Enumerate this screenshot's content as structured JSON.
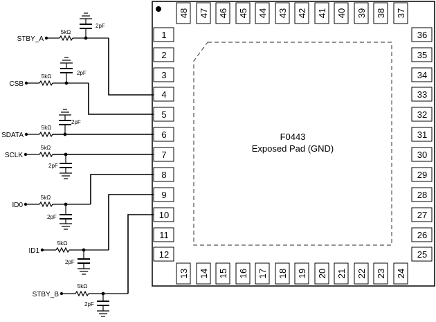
{
  "chip": {
    "part_number": "F0443",
    "pad_label": "Exposed Pad (GND)"
  },
  "pins": {
    "left": [
      "1",
      "2",
      "3",
      "4",
      "5",
      "6",
      "7",
      "8",
      "9",
      "10",
      "11",
      "12"
    ],
    "bottom": [
      "13",
      "14",
      "15",
      "16",
      "17",
      "18",
      "19",
      "20",
      "21",
      "22",
      "23",
      "24"
    ],
    "right": [
      "25",
      "26",
      "27",
      "28",
      "29",
      "30",
      "31",
      "32",
      "33",
      "34",
      "35",
      "36"
    ],
    "top": [
      "37",
      "38",
      "39",
      "40",
      "41",
      "42",
      "43",
      "44",
      "45",
      "46",
      "47",
      "48"
    ]
  },
  "signals": [
    {
      "name": "STBY_A",
      "resistor": "5kΩ",
      "capacitor": "2pF",
      "pin": "4"
    },
    {
      "name": "CSB",
      "resistor": "5kΩ",
      "capacitor": "2pF",
      "pin": "5"
    },
    {
      "name": "SDATA",
      "resistor": "5kΩ",
      "capacitor": "2pF",
      "pin": "6"
    },
    {
      "name": "SCLK",
      "resistor": "5kΩ",
      "capacitor": "2pF",
      "pin": "7"
    },
    {
      "name": "ID0",
      "resistor": "5kΩ",
      "capacitor": "2pF",
      "pin": "8"
    },
    {
      "name": "ID1",
      "resistor": "5kΩ",
      "capacitor": "2pF",
      "pin": "9"
    },
    {
      "name": "STBY_B",
      "resistor": "5kΩ",
      "capacitor": "2pF",
      "pin": "10"
    }
  ]
}
